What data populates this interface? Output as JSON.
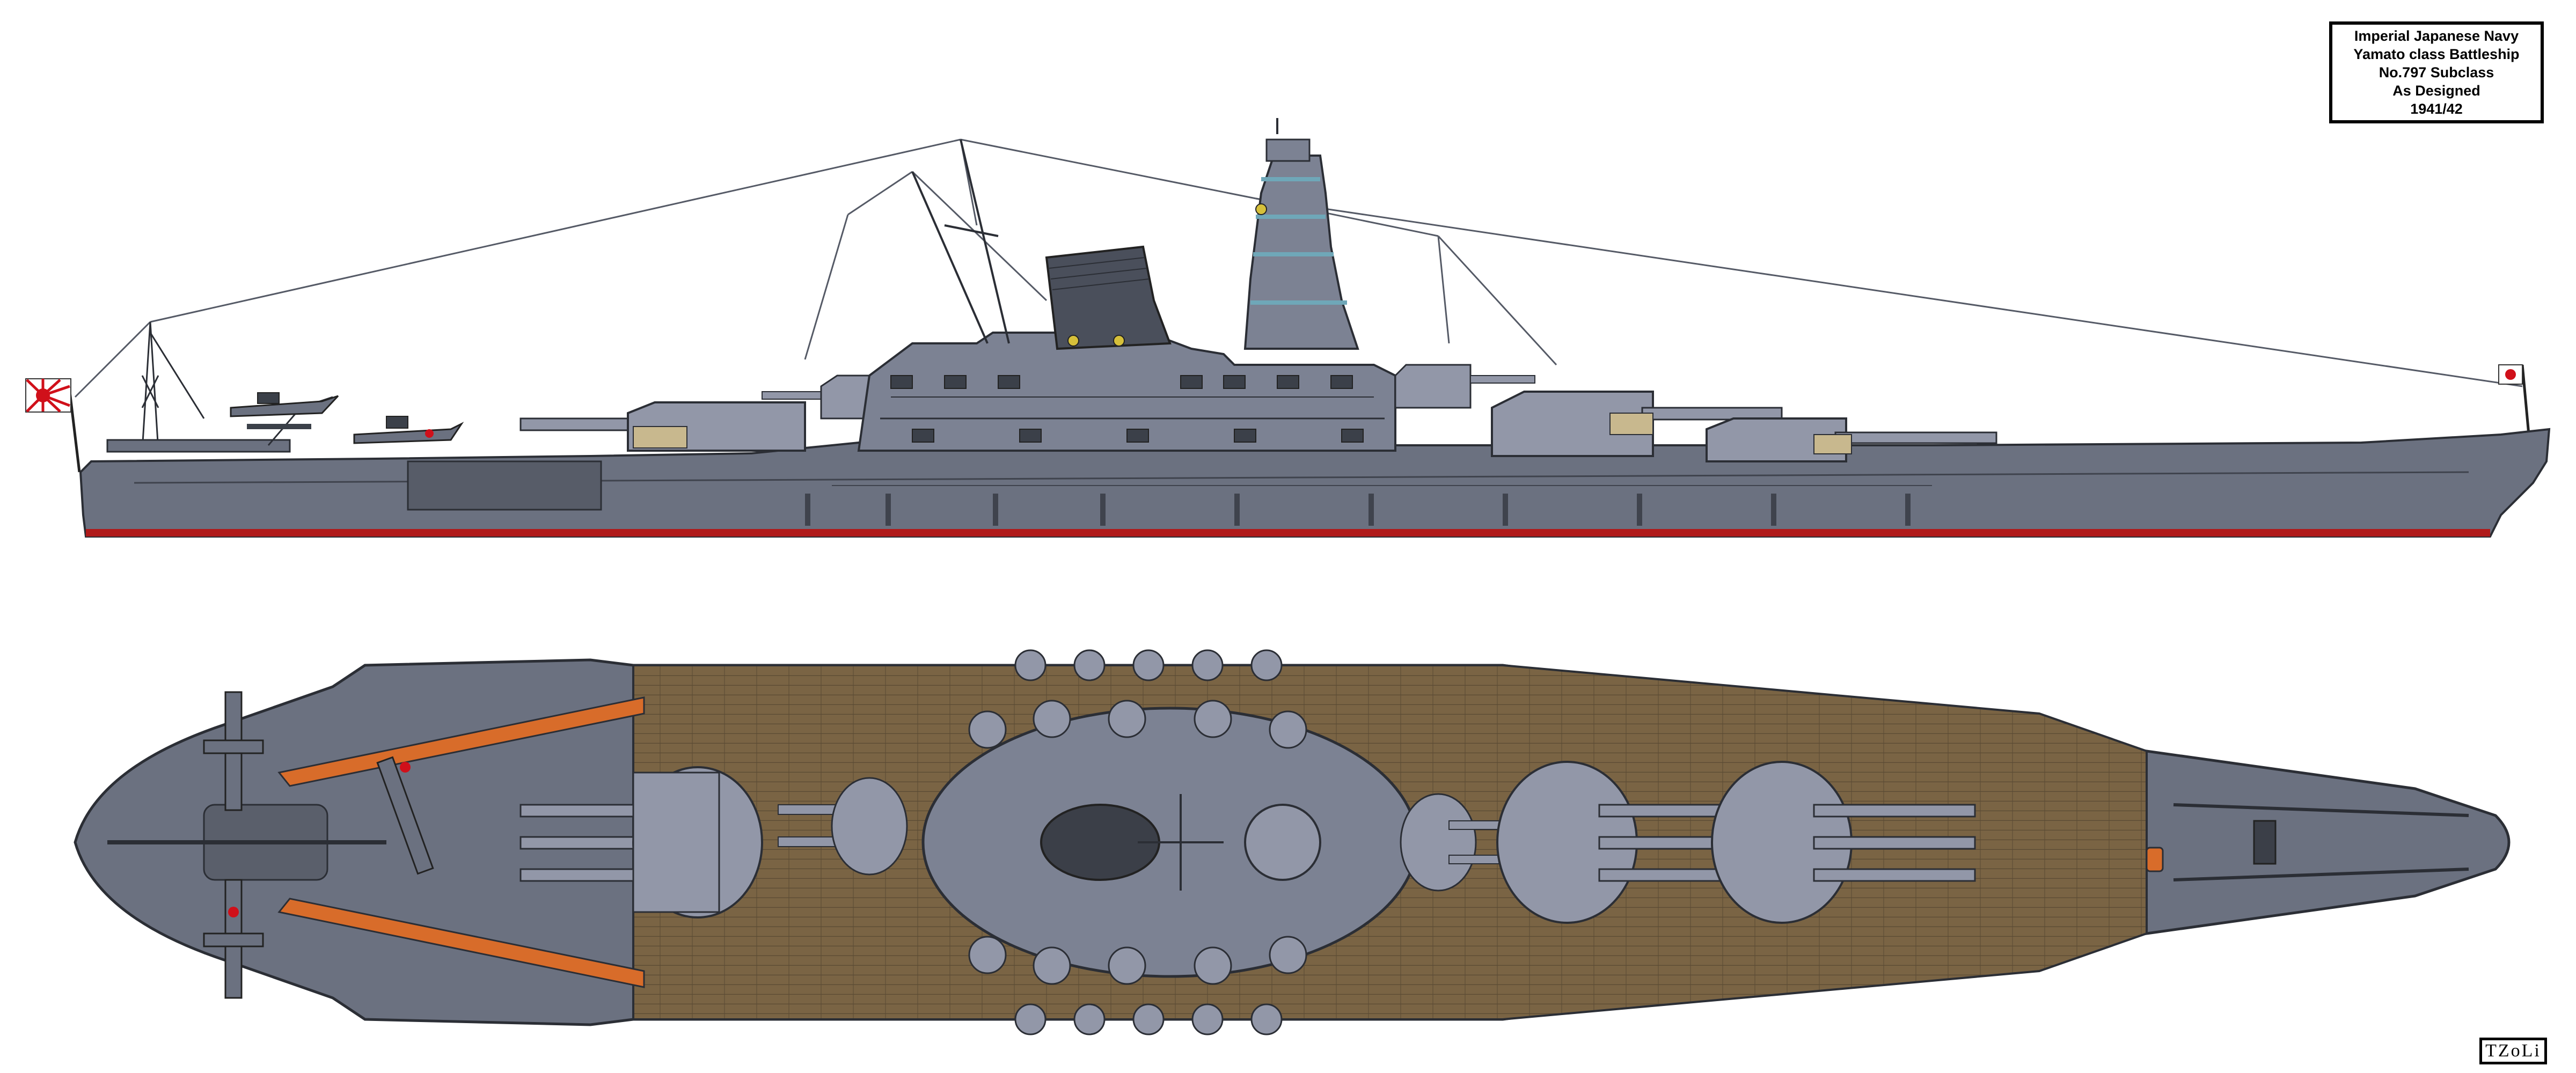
{
  "title_block": {
    "lines": [
      "Imperial Japanese Navy",
      "Yamato class Battleship",
      "No.797 Subclass",
      "As Designed",
      "1941/42"
    ]
  },
  "signature": {
    "text": "TZoLi"
  },
  "views": {
    "profile": {
      "kind": "side-profile"
    },
    "plan": {
      "kind": "top-plan"
    }
  },
  "colors": {
    "hull_gray": "#6b7180",
    "superstructure_gray": "#7c8293",
    "turret_gray": "#9297a8",
    "dark_gray": "#4a4f5b",
    "deck_wood": "#7a6444",
    "deck_plank_line": "#5a4a33",
    "waterline_red": "#b01a1a",
    "catapult_orange": "#d86c2a",
    "ensign_red": "#d0101a"
  },
  "icons": {
    "rising_sun_ensign": "rising-sun-flag-icon",
    "jack": "hinomaru-flag-icon",
    "seaplane": "seaplane-icon",
    "crane": "crane-icon",
    "main_turret": "main-turret-icon",
    "secondary_turret": "secondary-turret-icon",
    "aa_mount": "aa-mount-icon",
    "funnel": "funnel-icon",
    "pagoda_tower": "pagoda-tower-icon",
    "mast": "mast-icon"
  }
}
